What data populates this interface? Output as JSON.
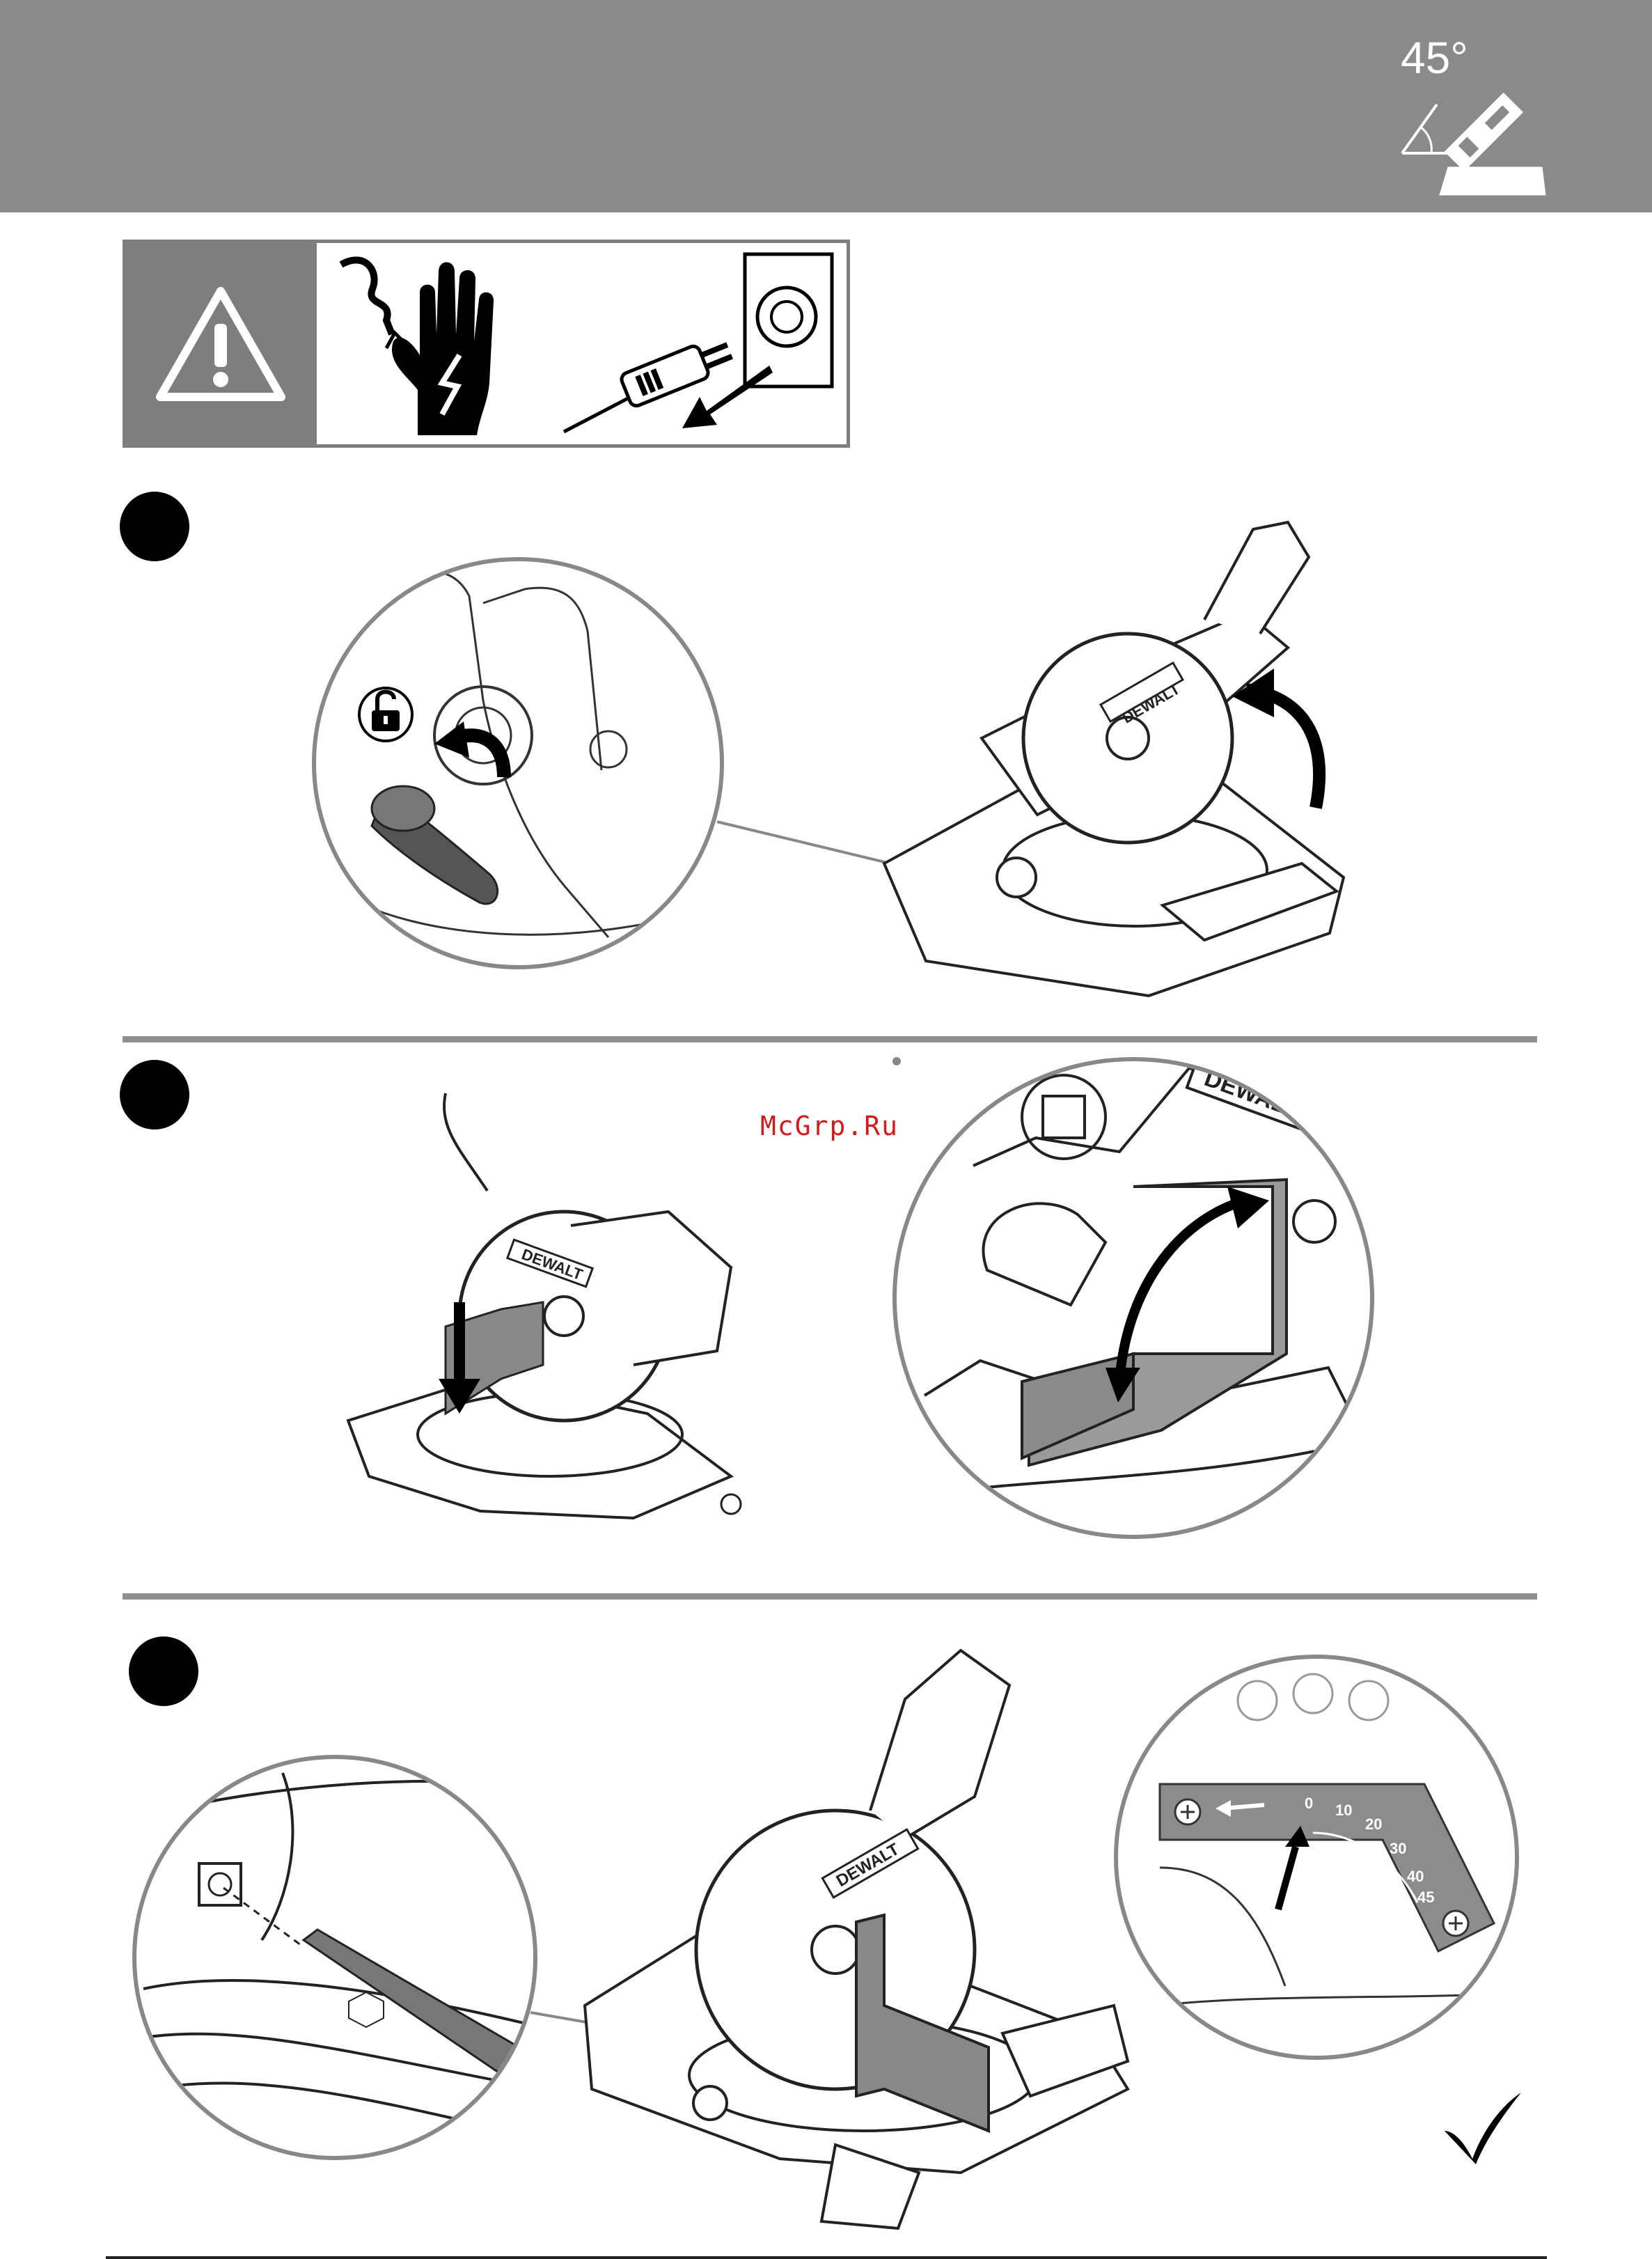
{
  "header": {
    "angle_label": "45°",
    "icon": "bevel-45-icon",
    "background_color": "#8a8a8a"
  },
  "warning": {
    "icons": [
      "warning-triangle-icon",
      "electric-shock-hand-icon",
      "unplug-icon"
    ],
    "color": "#7e7e7e"
  },
  "steps": [
    {
      "id": 1,
      "icons": [
        "unlock-icon",
        "bevel-lever-rotate-icon"
      ]
    },
    {
      "id": 2,
      "icons": [
        "square-down-icon",
        "square-check-icon"
      ]
    },
    {
      "id": 3,
      "icons": [
        "hex-wrench-icon",
        "bevel-scale-icon"
      ]
    }
  ],
  "bevel_scale": {
    "ticks": [
      "0",
      "10",
      "20",
      "30",
      "40",
      "45"
    ]
  },
  "brand_text": "DEWALT",
  "watermark": "McGrp.Ru",
  "checkmark_icon": "checkmark-icon"
}
